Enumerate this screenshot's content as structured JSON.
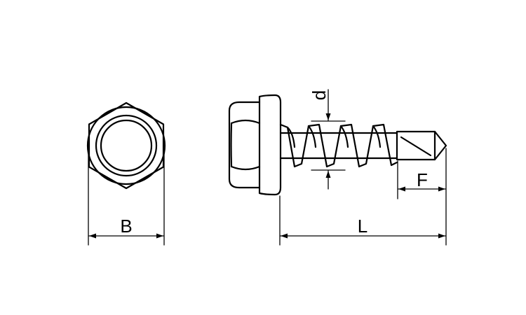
{
  "diagram": {
    "labels": {
      "head_width": "B",
      "thread_diameter": "d",
      "total_length": "L",
      "drill_point_length": "F"
    },
    "colors": {
      "stroke": "#000000",
      "background": "#ffffff"
    }
  }
}
